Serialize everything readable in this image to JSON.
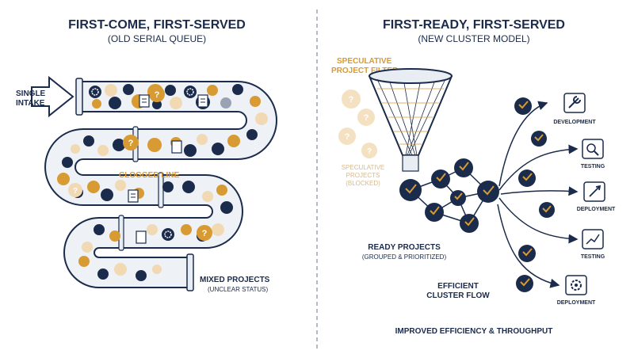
{
  "left": {
    "title": "FIRST-COME, FIRST-SERVED",
    "subtitle": "(OLD SERIAL QUEUE)",
    "intake_line1": "SINGLE",
    "intake_line2": "INTAKE",
    "clogged_label": "CLOGGED LINE",
    "mixed_label": "MIXED PROJECTS",
    "mixed_sub": "(UNCLEAR STATUS)"
  },
  "right": {
    "title": "FIRST-READY, FIRST-SERVED",
    "subtitle": "(NEW CLUSTER MODEL)",
    "filter_line1": "SPECULATIVE",
    "filter_line2": "PROJECT FILTER",
    "spec_line1": "SPECULATIVE",
    "spec_line2": "PROJECTS",
    "spec_line3": "(BLOCKED)",
    "ready_label": "READY PROJECTS",
    "ready_sub": "(GROUPED & PRIORITIZED)",
    "flow_line1": "EFFICIENT",
    "flow_line2": "CLUSTER FLOW",
    "footer": "IMPROVED EFFICIENCY & THROUGHPUT",
    "destinations": [
      "DEVELOPMENT",
      "TESTING",
      "DEPLOYMENT",
      "TESTING",
      "DEPLOYMENT"
    ]
  },
  "colors": {
    "navy": "#1b2b4b",
    "gold": "#d89a33",
    "light_gold": "#f1d9b3",
    "pipe": "#e8ecf3"
  },
  "icons": [
    "arrow-right-icon",
    "question-icon",
    "document-icon",
    "gear-icon",
    "check-icon",
    "wrench-icon",
    "magnifier-icon",
    "rocket-icon",
    "chart-icon"
  ]
}
